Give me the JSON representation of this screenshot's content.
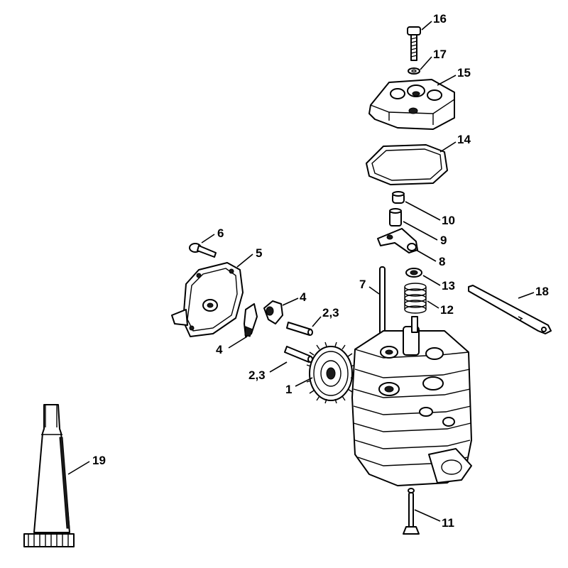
{
  "diagram": {
    "callouts": [
      {
        "id": "c16",
        "label": "16"
      },
      {
        "id": "c17",
        "label": "17"
      },
      {
        "id": "c15",
        "label": "15"
      },
      {
        "id": "c14",
        "label": "14"
      },
      {
        "id": "c10",
        "label": "10"
      },
      {
        "id": "c9",
        "label": "9"
      },
      {
        "id": "c8",
        "label": "8"
      },
      {
        "id": "c6",
        "label": "6"
      },
      {
        "id": "c5",
        "label": "5"
      },
      {
        "id": "c7",
        "label": "7"
      },
      {
        "id": "c13",
        "label": "13"
      },
      {
        "id": "c12",
        "label": "12"
      },
      {
        "id": "c18",
        "label": "18"
      },
      {
        "id": "c4a",
        "label": "4"
      },
      {
        "id": "c23a",
        "label": "2,3"
      },
      {
        "id": "c4b",
        "label": "4"
      },
      {
        "id": "c23b",
        "label": "2,3"
      },
      {
        "id": "c1",
        "label": "1"
      },
      {
        "id": "c19",
        "label": "19"
      },
      {
        "id": "c11",
        "label": "11"
      }
    ]
  }
}
